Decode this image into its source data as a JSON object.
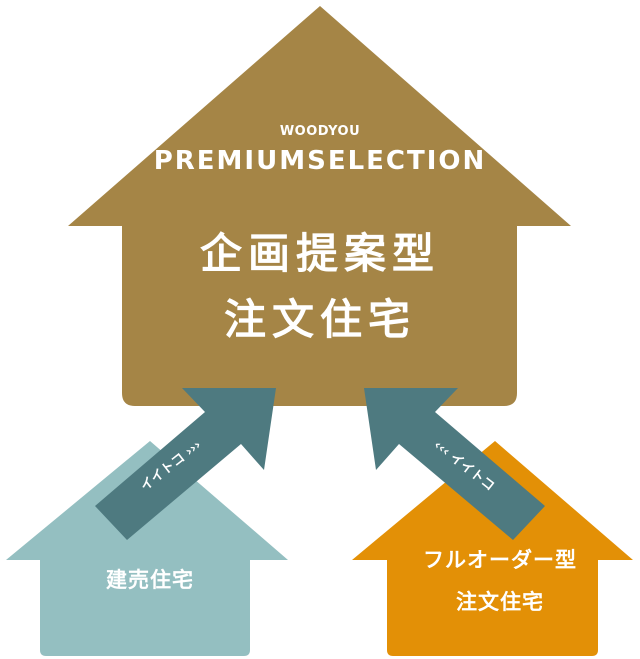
{
  "main_house": {
    "brand": "WOODYOU",
    "series": "PREMIUMSELECTION",
    "title_line1": "企画提案型",
    "title_line2": "注文住宅",
    "color": "#A58546"
  },
  "left_house": {
    "label": "建売住宅",
    "color": "#94BFC1"
  },
  "right_house": {
    "label_line1": "フルオーダー型",
    "label_line2": "注文住宅",
    "color": "#E39006"
  },
  "arrows": {
    "color": "#4E7A80",
    "left_label": "イイトコ ›››",
    "right_label": "‹‹‹ イイトコ"
  }
}
